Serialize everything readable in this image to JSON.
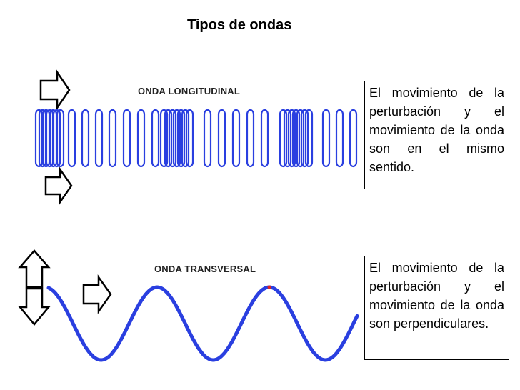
{
  "title": "Tipos de ondas",
  "longitudinal": {
    "label": "ONDA LONGITUDINAL",
    "description": "El movimiento de la perturbación y el movimiento de la onda son en el mismo sentido."
  },
  "transversal": {
    "label": "ONDA TRANSVERSAL",
    "description": "El movimiento de la perturbación y el movimiento de la onda son perpendiculares."
  },
  "colors": {
    "wave": "#2a3fe0",
    "arrow_stroke": "#000000",
    "crest_mark": "#e02020"
  },
  "icons": [
    "right-arrow-icon",
    "up-arrow-icon",
    "down-arrow-icon"
  ]
}
